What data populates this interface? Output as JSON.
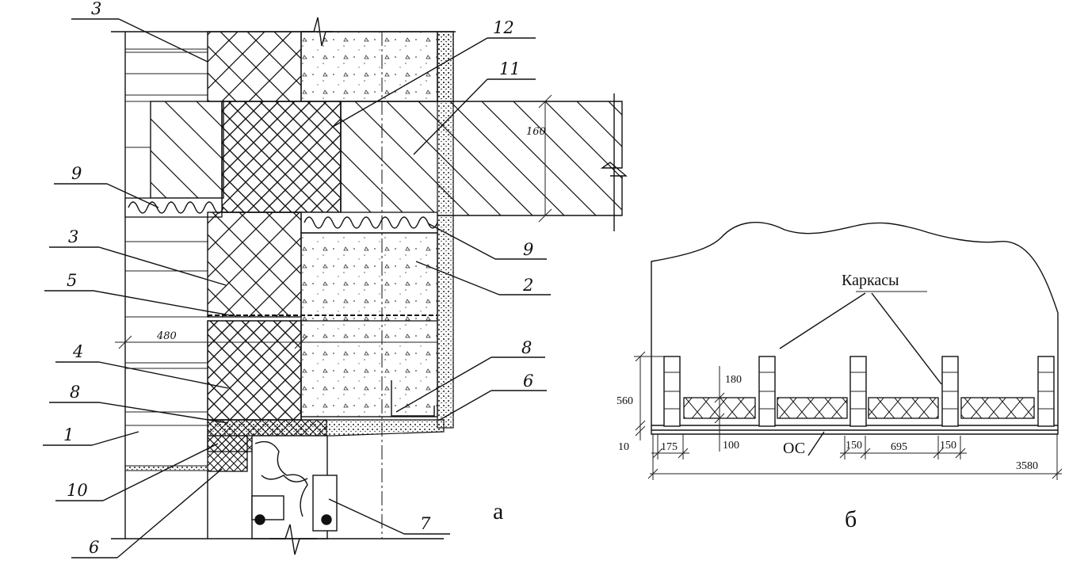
{
  "figure_a": {
    "label": "а",
    "callouts": {
      "c3_top": "3",
      "c12": "12",
      "c11": "11",
      "c9_left": "9",
      "c9_right": "9",
      "c3_mid": "3",
      "c2": "2",
      "c5": "5",
      "c4": "4",
      "c8_left": "8",
      "c8_right": "8",
      "c6_right": "6",
      "c1": "1",
      "c10": "10",
      "c6_bottom": "6",
      "c7": "7"
    },
    "dims": {
      "slab": "160",
      "wall": "480"
    }
  },
  "figure_b": {
    "label": "б",
    "title": "Каркасы",
    "os": "ОС",
    "dims": {
      "h560": "560",
      "h180": "180",
      "h10": "10",
      "w175": "175",
      "w100": "100",
      "w150a": "150",
      "w695": "695",
      "w150b": "150",
      "total": "3580"
    }
  }
}
